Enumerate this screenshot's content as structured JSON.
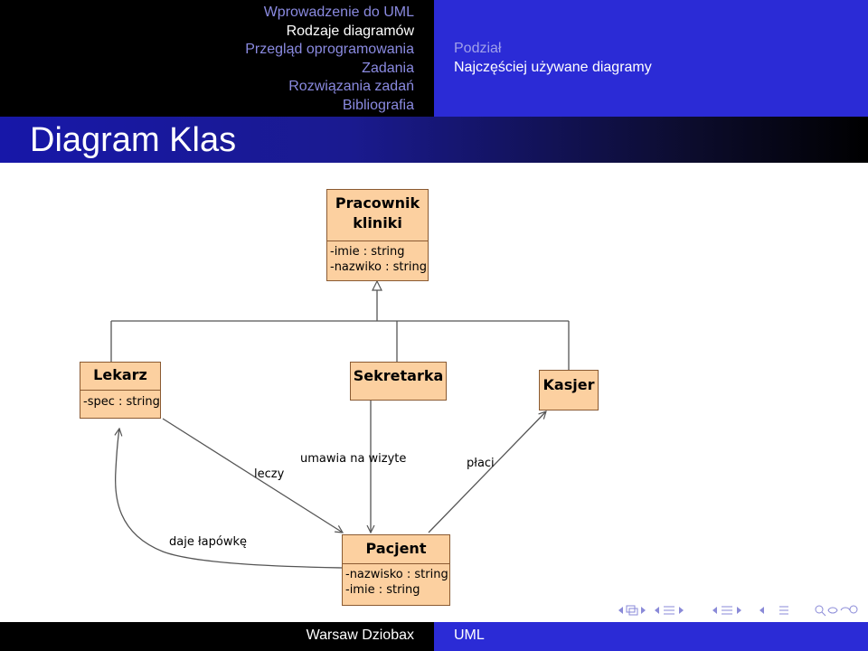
{
  "header": {
    "sections": [
      {
        "label": "Wprowadzenie do UML",
        "active": false
      },
      {
        "label": "Rodzaje diagramów",
        "active": true
      },
      {
        "label": "Przegląd oprogramowania",
        "active": false
      },
      {
        "label": "Zadania",
        "active": false
      },
      {
        "label": "Rozwiązania zadań",
        "active": false
      },
      {
        "label": "Bibliografia",
        "active": false
      }
    ],
    "subsections": [
      {
        "label": "Podział",
        "active": false
      },
      {
        "label": "Najczęściej używane diagramy",
        "active": true
      }
    ]
  },
  "frame": {
    "title": "Diagram Klas"
  },
  "diagram": {
    "classes": {
      "pracownik": {
        "name_line1": "Pracownik",
        "name_line2": "kliniki",
        "attrs": [
          "-imie : string",
          "-nazwiko : string"
        ]
      },
      "lekarz": {
        "name": "Lekarz",
        "attrs": [
          "-spec : string"
        ]
      },
      "sekretarka": {
        "name": "Sekretarka"
      },
      "kasjer": {
        "name": "Kasjer"
      },
      "pacjent": {
        "name": "Pacjent",
        "attrs": [
          "-nazwisko : string",
          "-imie : string"
        ]
      }
    },
    "associations": {
      "leczy": "leczy",
      "umawia": "umawia na wizyte",
      "placi": "płaci",
      "lapowka": "daje łapówkę"
    }
  },
  "footer": {
    "author": "Warsaw Dziobax",
    "title": "UML"
  },
  "colors": {
    "class_fill": "#fcd0a0",
    "class_border": "#8a5a32",
    "nav_blue": "#2b2bd6"
  }
}
